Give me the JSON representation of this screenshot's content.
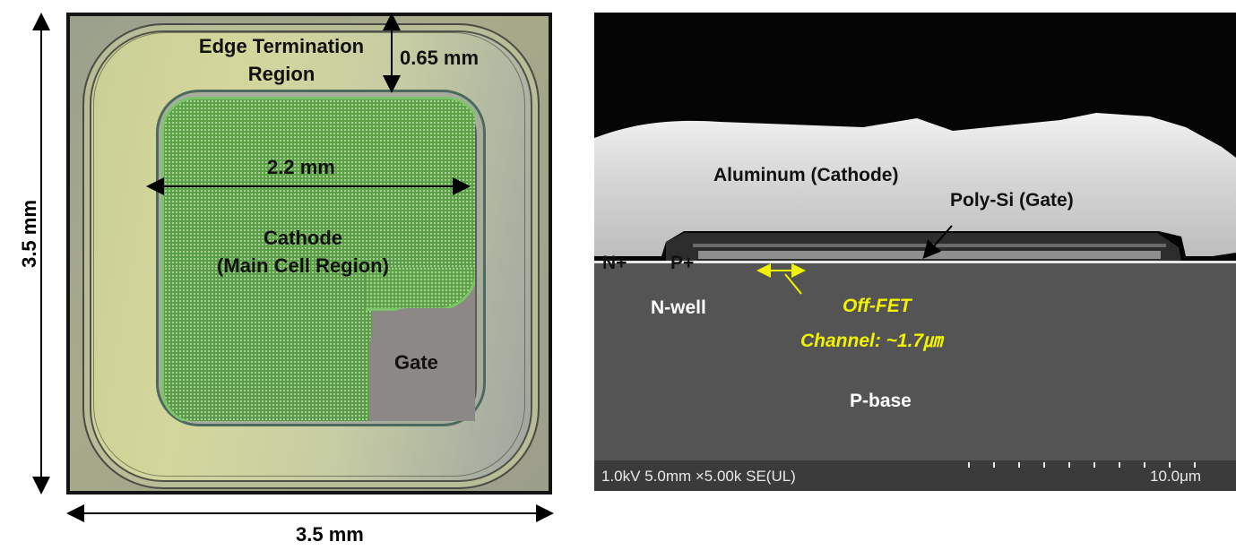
{
  "figure": {
    "left_panel": {
      "dim_vertical": "3.5 mm",
      "dim_horizontal": "3.5 mm",
      "edge_termination": "Edge Termination\nRegion",
      "edge_width": "0.65 mm",
      "cathode_width": "2.2 mm",
      "cathode_label": "Cathode\n(Main Cell Region)",
      "gate_label": "Gate"
    },
    "right_panel": {
      "aluminum": "Aluminum (Cathode)",
      "polysi": "Poly-Si (Gate)",
      "nplus": "N+",
      "pplus": "P+",
      "nwell": "N-well",
      "offfet_line1": "Off-FET",
      "offfet_line2": "Channel: ~1.7㎛",
      "pbase": "P-base",
      "sem_info": "1.0kV 5.0mm ×5.00k SE(UL)",
      "scale_text": "10.0μm"
    }
  },
  "colors": {
    "dimension_arrow": "#000000",
    "channel_annotation": "#f2f200",
    "sem_text": "#ffffff"
  }
}
